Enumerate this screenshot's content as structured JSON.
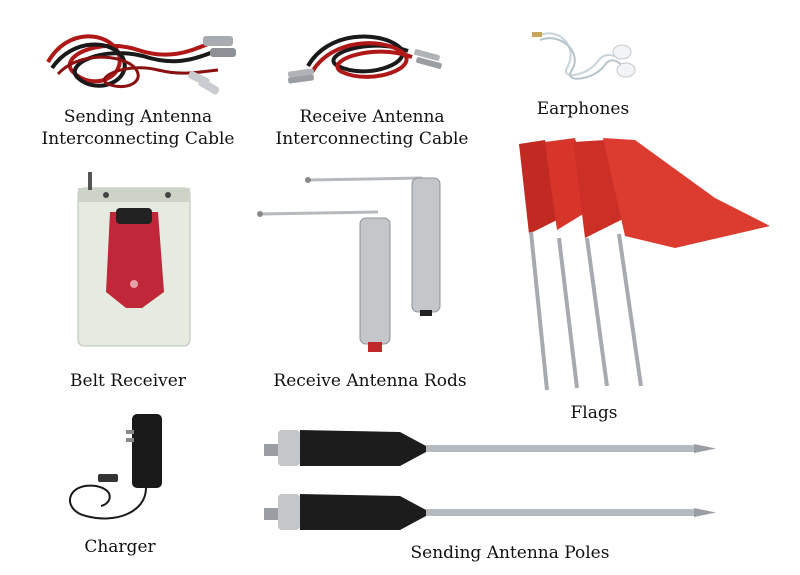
{
  "items": {
    "sending_cable": {
      "line1": "Sending Antenna",
      "line2": "Interconnecting Cable"
    },
    "receive_cable": {
      "line1": "Receive Antenna",
      "line2": "Interconnecting Cable"
    },
    "earphones": {
      "label": "Earphones"
    },
    "belt_receiver": {
      "label": "Belt Receiver"
    },
    "receive_rods": {
      "label": "Receive Antenna Rods"
    },
    "flags": {
      "label": "Flags"
    },
    "charger": {
      "label": "Charger"
    },
    "sending_poles": {
      "label": "Sending Antenna Poles"
    }
  },
  "colors": {
    "cable_red": "#b01818",
    "cable_black": "#1a1a1a",
    "flag_red": "#d8352a",
    "metal": "#b9bcc0",
    "pole_body": "#1c1c1c",
    "receiver_body": "#e6ebe2",
    "receiver_clip": "#c0283a"
  }
}
